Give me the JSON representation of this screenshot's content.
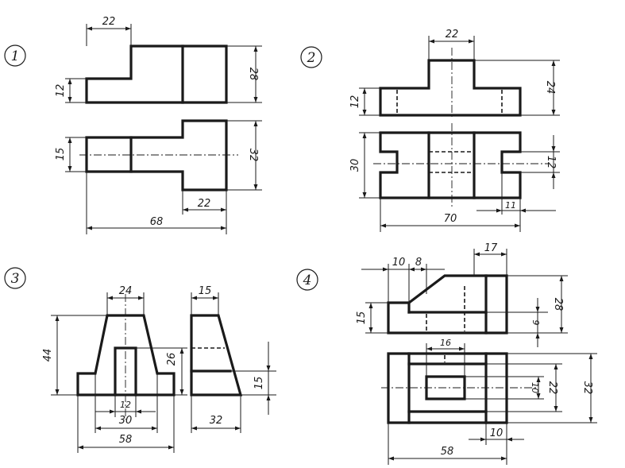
{
  "figures": [
    {
      "number": "1",
      "dims": [
        "22",
        "12",
        "28",
        "15",
        "32",
        "22",
        "68"
      ]
    },
    {
      "number": "2",
      "dims": [
        "22",
        "12",
        "24",
        "30",
        "12",
        "70",
        "11"
      ]
    },
    {
      "number": "3",
      "dims": [
        "24",
        "15",
        "44",
        "26",
        "15",
        "12",
        "30",
        "58",
        "32"
      ]
    },
    {
      "number": "4",
      "dims": [
        "10",
        "8",
        "17",
        "15",
        "28",
        "9",
        "16",
        "10",
        "22",
        "32",
        "10",
        "58"
      ]
    }
  ]
}
